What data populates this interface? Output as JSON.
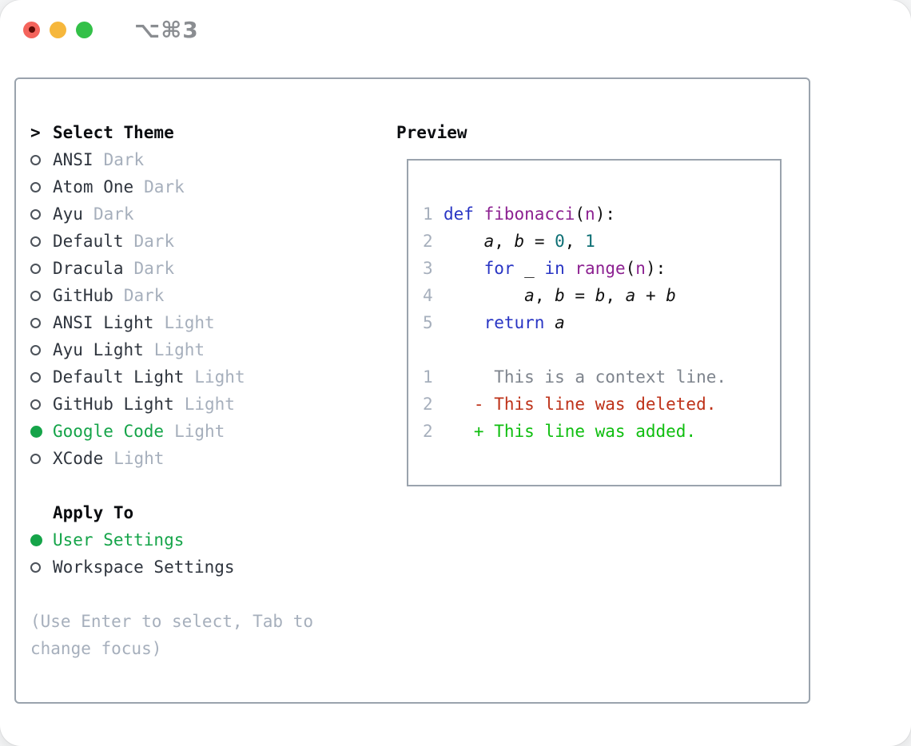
{
  "window": {
    "title": "⌥⌘3"
  },
  "titlebar_buttons": {
    "close": "close-button",
    "minimize": "minimize-button",
    "zoom": "zoom-button"
  },
  "theme_list": {
    "cursor": ">",
    "header": "Select Theme",
    "items": [
      {
        "name": "ANSI",
        "variant": "Dark",
        "selected": false
      },
      {
        "name": "Atom One",
        "variant": "Dark",
        "selected": false
      },
      {
        "name": "Ayu",
        "variant": "Dark",
        "selected": false
      },
      {
        "name": "Default",
        "variant": "Dark",
        "selected": false
      },
      {
        "name": "Dracula",
        "variant": "Dark",
        "selected": false
      },
      {
        "name": "GitHub",
        "variant": "Dark",
        "selected": false
      },
      {
        "name": "ANSI Light",
        "variant": "Light",
        "selected": false
      },
      {
        "name": "Ayu Light",
        "variant": "Light",
        "selected": false
      },
      {
        "name": "Default Light",
        "variant": "Light",
        "selected": false
      },
      {
        "name": "GitHub Light",
        "variant": "Light",
        "selected": false
      },
      {
        "name": "Google Code",
        "variant": "Light",
        "selected": true
      },
      {
        "name": "XCode",
        "variant": "Light",
        "selected": false
      }
    ]
  },
  "apply_to": {
    "header": "Apply To",
    "options": [
      {
        "name": "User Settings",
        "selected": true
      },
      {
        "name": "Workspace Settings",
        "selected": false
      }
    ]
  },
  "help_text": "(Use Enter to select, Tab to change focus)",
  "preview": {
    "header": "Preview",
    "code_lines": [
      {
        "num": "1",
        "segments": [
          {
            "t": "def ",
            "c": "kw"
          },
          {
            "t": "fibonacci",
            "c": "fn"
          },
          {
            "t": "(",
            "c": "pln"
          },
          {
            "t": "n",
            "c": "fn"
          },
          {
            "t": "):",
            "c": "pln"
          }
        ]
      },
      {
        "num": "2",
        "segments": [
          {
            "t": "    ",
            "c": "pln"
          },
          {
            "t": "a",
            "c": "var"
          },
          {
            "t": ", ",
            "c": "pln"
          },
          {
            "t": "b",
            "c": "var"
          },
          {
            "t": " = ",
            "c": "pln"
          },
          {
            "t": "0",
            "c": "lit"
          },
          {
            "t": ", ",
            "c": "pln"
          },
          {
            "t": "1",
            "c": "lit"
          }
        ]
      },
      {
        "num": "3",
        "segments": [
          {
            "t": "    ",
            "c": "pln"
          },
          {
            "t": "for",
            "c": "kw"
          },
          {
            "t": " _ ",
            "c": "pln"
          },
          {
            "t": "in",
            "c": "kw"
          },
          {
            "t": " ",
            "c": "pln"
          },
          {
            "t": "range",
            "c": "fn"
          },
          {
            "t": "(",
            "c": "pln"
          },
          {
            "t": "n",
            "c": "fn"
          },
          {
            "t": "):",
            "c": "pln"
          }
        ]
      },
      {
        "num": "4",
        "segments": [
          {
            "t": "        ",
            "c": "pln"
          },
          {
            "t": "a",
            "c": "var"
          },
          {
            "t": ", ",
            "c": "pln"
          },
          {
            "t": "b",
            "c": "var"
          },
          {
            "t": " = ",
            "c": "pln"
          },
          {
            "t": "b",
            "c": "var"
          },
          {
            "t": ", ",
            "c": "pln"
          },
          {
            "t": "a",
            "c": "var"
          },
          {
            "t": " + ",
            "c": "pln"
          },
          {
            "t": "b",
            "c": "var"
          }
        ]
      },
      {
        "num": "5",
        "segments": [
          {
            "t": "    ",
            "c": "pln"
          },
          {
            "t": "return",
            "c": "kw"
          },
          {
            "t": " ",
            "c": "pln"
          },
          {
            "t": "a",
            "c": "var"
          }
        ]
      }
    ],
    "diff_lines": [
      {
        "num": "1",
        "segments": [
          {
            "t": "     This is a context line.",
            "c": "ctx"
          }
        ]
      },
      {
        "num": "2",
        "segments": [
          {
            "t": "   - This line was deleted.",
            "c": "del"
          }
        ]
      },
      {
        "num": "2",
        "segments": [
          {
            "t": "   + This line was added.",
            "c": "add"
          }
        ]
      }
    ]
  },
  "colors": {
    "border": "#9aa3ad",
    "muted": "#a6afbc",
    "dark": "#2f353e",
    "black": "#0b0d10",
    "selgreen": "#15a449",
    "kw": "#2935c4",
    "fn": "#8c2191",
    "lit": "#0d6f74",
    "pln": "#111111",
    "ctx": "#7e848d",
    "del": "#be3219",
    "add": "#0fbe0f"
  }
}
